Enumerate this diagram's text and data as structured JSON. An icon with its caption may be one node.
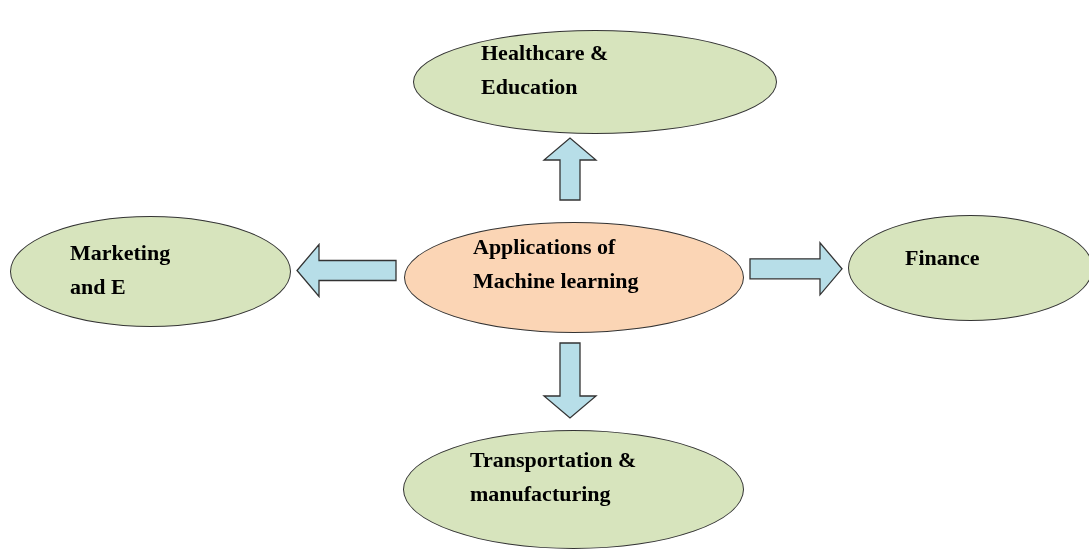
{
  "diagram": {
    "nodes": [
      {
        "text": [
          "Healthcare & Education"
        ]
      },
      {
        "text": [
          "Marketing and E"
        ]
      },
      {
        "text": [
          "Applications of Machine learning"
        ]
      },
      {
        "text": [
          "Finance"
        ]
      },
      {
        "text": [
          "Transportation & manufacturing"
        ]
      }
    ],
    "edges": [
      {
        "from": 2,
        "to": 0,
        "arrow": "to"
      },
      {
        "from": 2,
        "to": 1,
        "arrow": "to"
      },
      {
        "from": 2,
        "to": 3,
        "arrow": "to"
      },
      {
        "from": 2,
        "to": 4,
        "arrow": "to"
      }
    ]
  }
}
